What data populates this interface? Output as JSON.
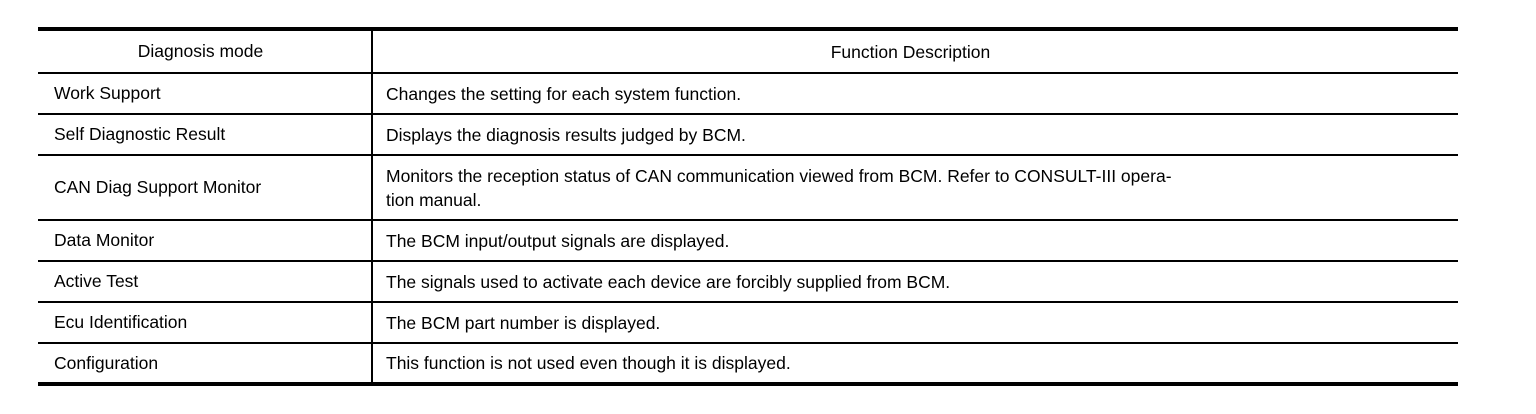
{
  "table": {
    "headers": {
      "mode": "Diagnosis mode",
      "description": "Function Description"
    },
    "rows": [
      {
        "mode": "Work Support",
        "description": "Changes the setting for each system function."
      },
      {
        "mode": "Self Diagnostic Result",
        "description": "Displays the diagnosis results judged by BCM."
      },
      {
        "mode": "CAN Diag Support Monitor",
        "description": "Monitors the reception status of CAN communication viewed from BCM. Refer to CONSULT-III opera-\ntion manual."
      },
      {
        "mode": "Data Monitor",
        "description": "The BCM input/output signals are displayed."
      },
      {
        "mode": "Active Test",
        "description": "The signals used to activate each device are forcibly supplied from BCM."
      },
      {
        "mode": "Ecu Identification",
        "description": "The BCM part number is displayed."
      },
      {
        "mode": "Configuration",
        "description": "This function is not used even though it is displayed."
      }
    ],
    "colors": {
      "border": "#000000",
      "text": "#000000",
      "background": "#ffffff"
    }
  }
}
